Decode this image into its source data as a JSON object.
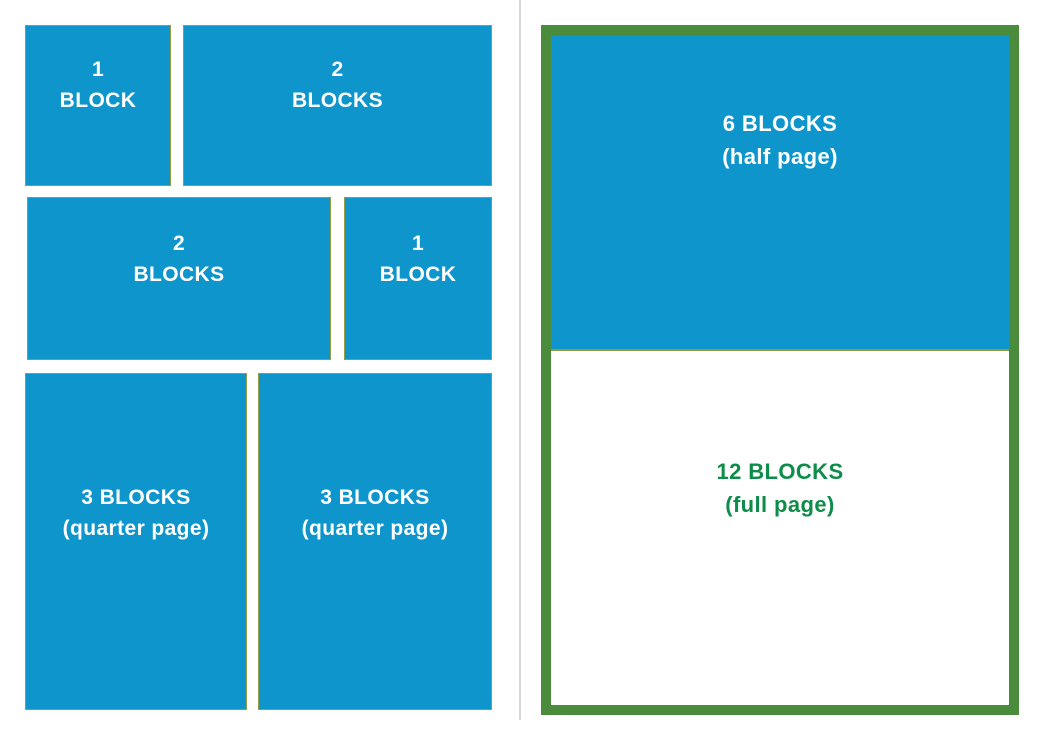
{
  "colors": {
    "blue": "#0e96cc",
    "thin_border": "#8f9e44",
    "green_border": "#4a8b3c",
    "green_text": "#0e8c4a",
    "divider": "#d6d6d6",
    "white_text": "#ffffff"
  },
  "left_blocks": [
    {
      "line1": "1",
      "line2": "BLOCK"
    },
    {
      "line1": "2",
      "line2": "BLOCKS"
    },
    {
      "line1": "2",
      "line2": "BLOCKS"
    },
    {
      "line1": "1",
      "line2": "BLOCK"
    },
    {
      "line1": "3 BLOCKS",
      "line2": "(quarter page)"
    },
    {
      "line1": "3 BLOCKS",
      "line2": "(quarter page)"
    }
  ],
  "right": {
    "half_page": {
      "line1": "6 BLOCKS",
      "line2": "(half page)"
    },
    "full_page": {
      "line1": "12 BLOCKS",
      "line2": "(full page)"
    }
  }
}
